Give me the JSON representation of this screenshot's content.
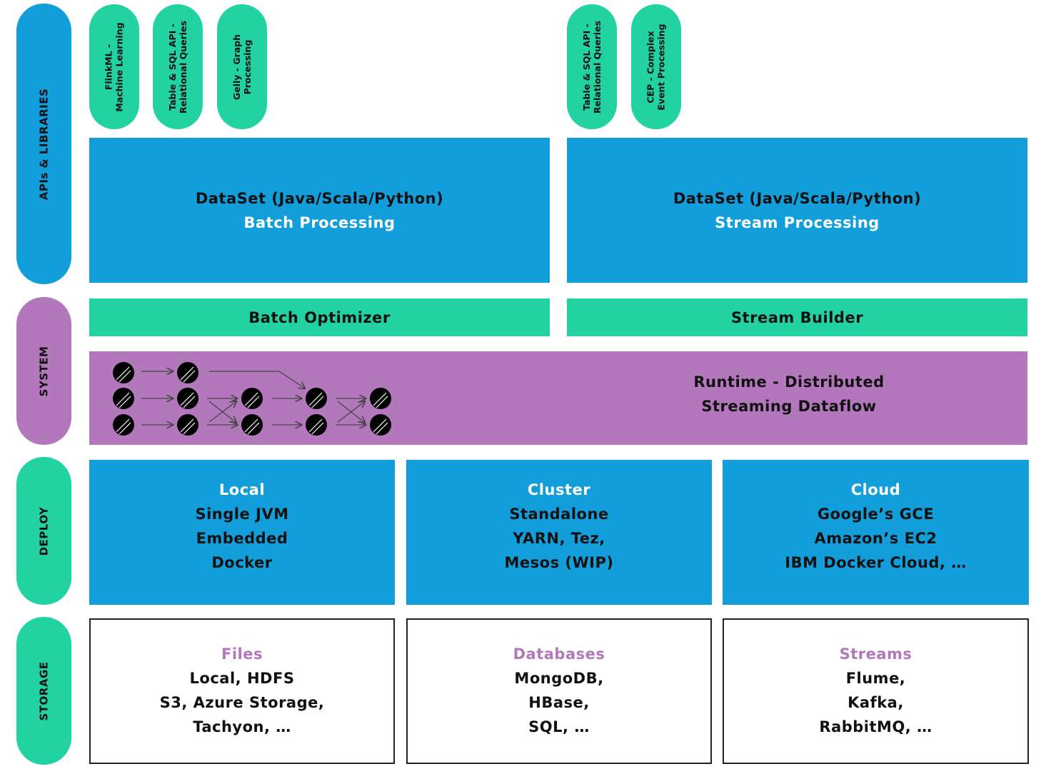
{
  "layers": {
    "apis": "APIs & LIBRARIES",
    "system": "SYSTEM",
    "deploy": "DEPLOY",
    "storage": "STORAGE"
  },
  "libraries": {
    "batch": [
      {
        "lines": [
          "FlinkML -",
          "Machine Learning"
        ]
      },
      {
        "lines": [
          "Table & SQL API -",
          "Relational Queries"
        ]
      },
      {
        "lines": [
          "Gelly - Graph",
          "Processing"
        ]
      }
    ],
    "stream": [
      {
        "lines": [
          "Table & SQL API -",
          "Relational Queries"
        ]
      },
      {
        "lines": [
          "CEP - Complex",
          "Event Processing"
        ]
      }
    ]
  },
  "apis": {
    "batch": {
      "line1": "DataSet (Java/Scala/Python)",
      "line2": "Batch Processing"
    },
    "stream": {
      "line1": "DataSet (Java/Scala/Python)",
      "line2": "Stream Processing"
    }
  },
  "system": {
    "batch_optimizer": "Batch Optimizer",
    "stream_builder": "Stream Builder",
    "runtime": {
      "line1": "Runtime - Distributed",
      "line2": "Streaming Dataflow"
    }
  },
  "deploy": [
    {
      "title": "Local",
      "lines": [
        "Single JVM",
        "Embedded",
        "Docker"
      ]
    },
    {
      "title": "Cluster",
      "lines": [
        "Standalone",
        "YARN, Tez,",
        "Mesos (WIP)"
      ]
    },
    {
      "title": "Cloud",
      "lines": [
        "Google’s GCE",
        "Amazon’s EC2",
        "IBM Docker Cloud, …"
      ]
    }
  ],
  "storage": [
    {
      "title": "Files",
      "lines": [
        "Local, HDFS",
        "S3, Azure Storage,",
        "Tachyon, …"
      ]
    },
    {
      "title": "Databases",
      "lines": [
        "MongoDB,",
        "HBase,",
        "SQL, …"
      ]
    },
    {
      "title": "Streams",
      "lines": [
        "Flume,",
        "Kafka,",
        "RabbitMQ, …"
      ]
    }
  ],
  "colors": {
    "blue": "#129edb",
    "green": "#22d2a2",
    "purple": "#b278bb"
  }
}
